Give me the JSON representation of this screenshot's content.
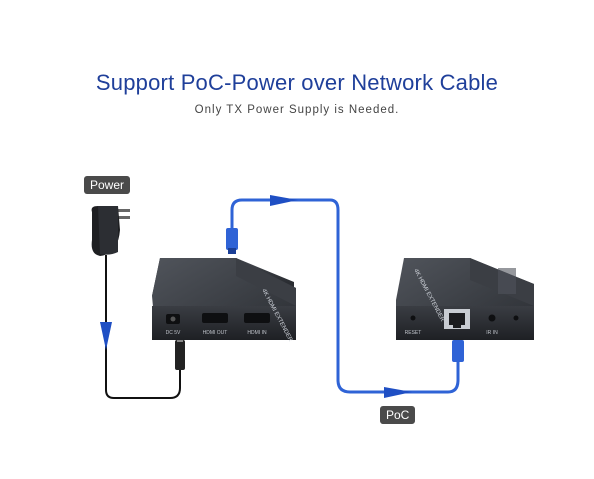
{
  "header": {
    "title": "Support PoC-Power over Network Cable",
    "subtitle": "Only TX Power Supply is Needed."
  },
  "tags": {
    "power": "Power",
    "poc": "PoC"
  },
  "transmitter": {
    "top_label": "4K HDMI EXTENDER",
    "ports": [
      "DC 5V",
      "HDMI OUT",
      "HDMI IN"
    ]
  },
  "receiver": {
    "top_label": "4K HDMI EXTENDER",
    "ports": [
      "RESET",
      "IR IN"
    ]
  },
  "colors": {
    "title": "#1f3f9a",
    "cable": "#2f63d6",
    "device": "#2b2e33",
    "tag": "#4a4a4a"
  }
}
